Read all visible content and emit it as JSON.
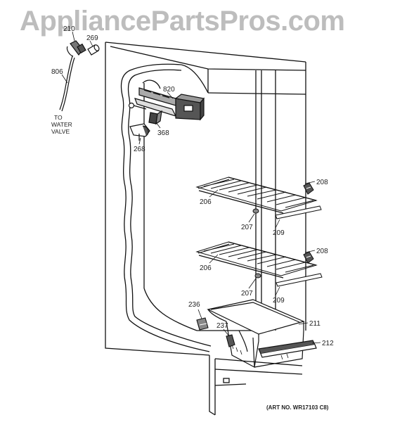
{
  "watermark": "AppliancePartsPros.com",
  "art_number": "(ART NO. WR17103 C8)",
  "callouts": {
    "p210": "210",
    "p269": "269",
    "p806": "806",
    "to_water_valve_1": "TO",
    "to_water_valve_2": "WATER",
    "to_water_valve_3": "VALVE",
    "p820": "820",
    "p368": "368",
    "p268": "268",
    "p208a": "208",
    "p206a": "206",
    "p207a": "207",
    "p209a": "209",
    "p208b": "208",
    "p206b": "206",
    "p207b": "207",
    "p209b": "209",
    "p236": "236",
    "p237": "237",
    "p211": "211",
    "p212": "212"
  }
}
